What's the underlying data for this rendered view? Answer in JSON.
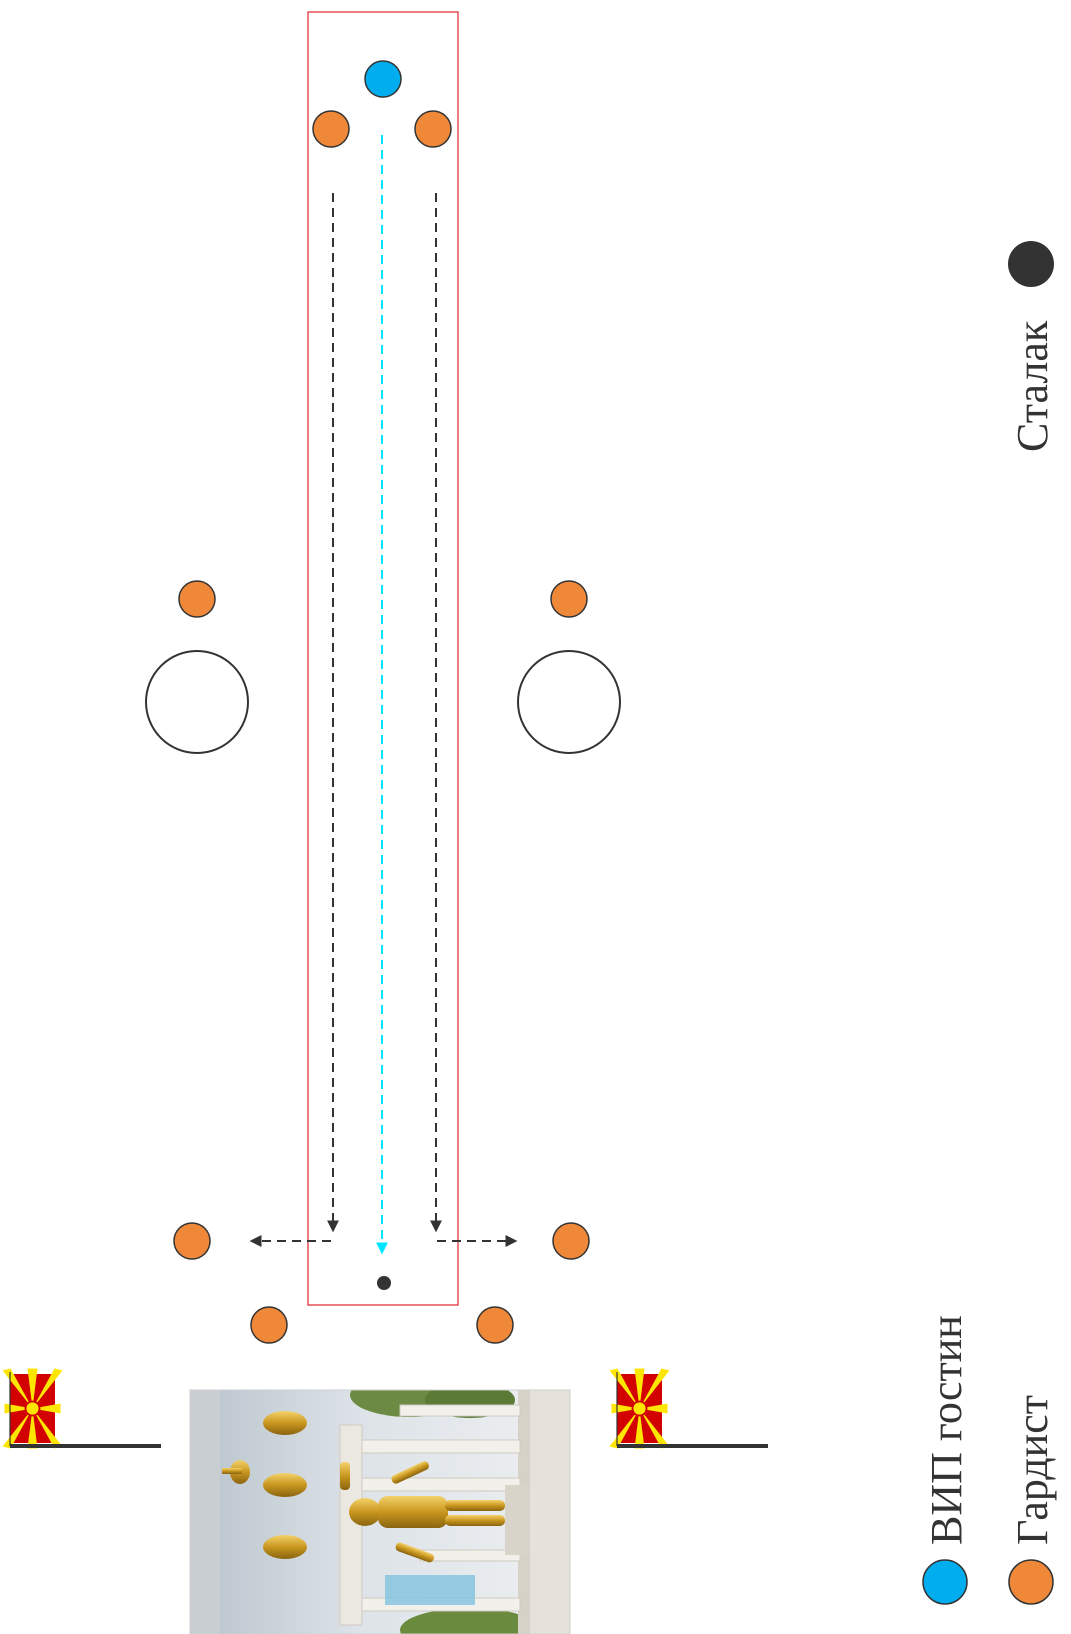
{
  "colors": {
    "vip": "#00AEEF",
    "guard": "#F0883A",
    "stand": "#333333",
    "corridor_border": "#E0252B",
    "vip_path": "#00E5FF",
    "guard_path": "#333333",
    "flag_red": "#D20000",
    "flag_yellow": "#FFE600",
    "flag_pole": "#333333",
    "wreath_outline": "#333333"
  },
  "legend": {
    "vip_label": "ВИП гостин",
    "guard_label": "Гардист",
    "stand_label": "Сталак"
  },
  "photo": {
    "subject": "golden warrior statue monument with colonnade",
    "orientation": "rotated 90 degrees"
  },
  "icons": {
    "flag": "north-macedonia-flag-icon"
  }
}
